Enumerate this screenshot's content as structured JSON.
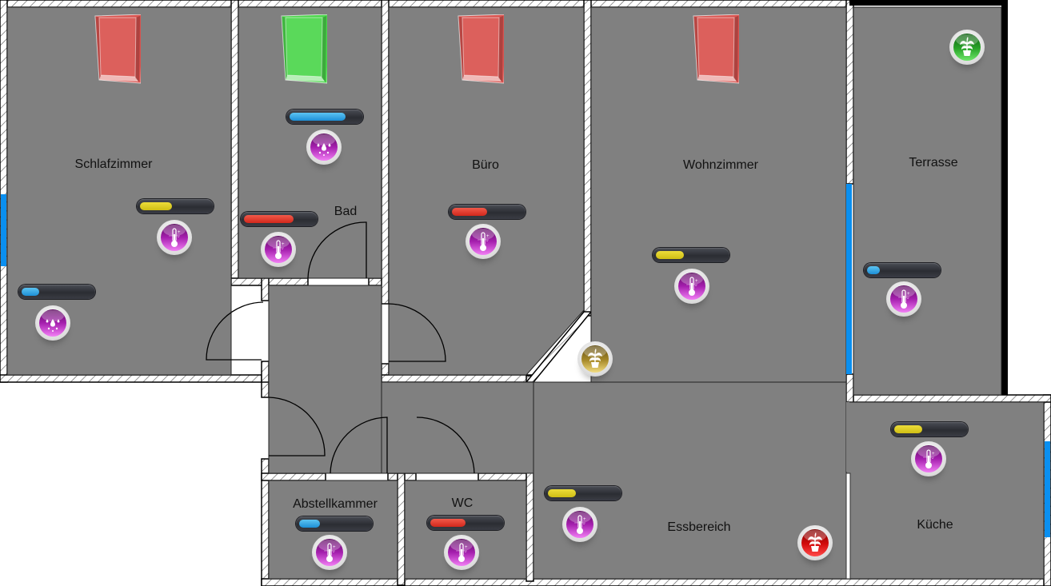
{
  "rooms": [
    {
      "id": "schlafzimmer",
      "label": "Schlafzimmer"
    },
    {
      "id": "bad",
      "label": "Bad"
    },
    {
      "id": "buero",
      "label": "Büro"
    },
    {
      "id": "wohnzimmer",
      "label": "Wohnzimmer"
    },
    {
      "id": "terrasse",
      "label": "Terrasse"
    },
    {
      "id": "abstellkammer",
      "label": "Abstellkammer"
    },
    {
      "id": "wc",
      "label": "WC"
    },
    {
      "id": "essbereich",
      "label": "Essbereich"
    },
    {
      "id": "kueche",
      "label": "Küche"
    }
  ],
  "windows": [
    {
      "room": "Schlafzimmer",
      "state": "open",
      "color": "#d9534f"
    },
    {
      "room": "Bad",
      "state": "closed",
      "color": "#4cd64c"
    },
    {
      "room": "Büro",
      "state": "open",
      "color": "#d9534f"
    },
    {
      "room": "Wohnzimmer",
      "state": "open",
      "color": "#d9534f"
    }
  ],
  "sensors": [
    {
      "room": "Schlafzimmer",
      "type": "temperature",
      "level_percent": 45,
      "bar_color": "yellow",
      "icon": "thermometer-icon"
    },
    {
      "room": "Schlafzimmer",
      "type": "humidity",
      "level_percent": 25,
      "bar_color": "blue",
      "icon": "humidity-drops-icon"
    },
    {
      "room": "Bad",
      "type": "humidity",
      "level_percent": 80,
      "bar_color": "blue",
      "icon": "humidity-drops-icon"
    },
    {
      "room": "Bad",
      "type": "temperature",
      "level_percent": 70,
      "bar_color": "red",
      "icon": "thermometer-icon"
    },
    {
      "room": "Büro",
      "type": "temperature",
      "level_percent": 50,
      "bar_color": "red",
      "icon": "thermometer-icon"
    },
    {
      "room": "Wohnzimmer",
      "type": "temperature",
      "level_percent": 40,
      "bar_color": "yellow",
      "icon": "thermometer-icon"
    },
    {
      "room": "Terrasse",
      "type": "temperature",
      "level_percent": 18,
      "bar_color": "blue",
      "icon": "thermometer-icon"
    },
    {
      "room": "Küche",
      "type": "temperature",
      "level_percent": 40,
      "bar_color": "yellow",
      "icon": "thermometer-icon"
    },
    {
      "room": "Essbereich",
      "type": "temperature",
      "level_percent": 40,
      "bar_color": "yellow",
      "icon": "thermometer-icon"
    },
    {
      "room": "Abstellkammer",
      "type": "temperature",
      "level_percent": 30,
      "bar_color": "blue",
      "icon": "thermometer-icon"
    },
    {
      "room": "WC",
      "type": "temperature",
      "level_percent": 50,
      "bar_color": "red",
      "icon": "thermometer-icon"
    }
  ],
  "plants": [
    {
      "room": "Terrasse",
      "status": "ok",
      "color": "green",
      "icon": "plant-icon"
    },
    {
      "room": "Wohnzimmer",
      "status": "warning",
      "color": "gold",
      "icon": "plant-icon"
    },
    {
      "room": "Essbereich",
      "status": "alert",
      "color": "red",
      "icon": "plant-icon"
    }
  ],
  "colors": {
    "floor": "#808080",
    "wall": "#ffffff",
    "wall_outline": "#000000",
    "window_glass": "#0a8ff0"
  }
}
